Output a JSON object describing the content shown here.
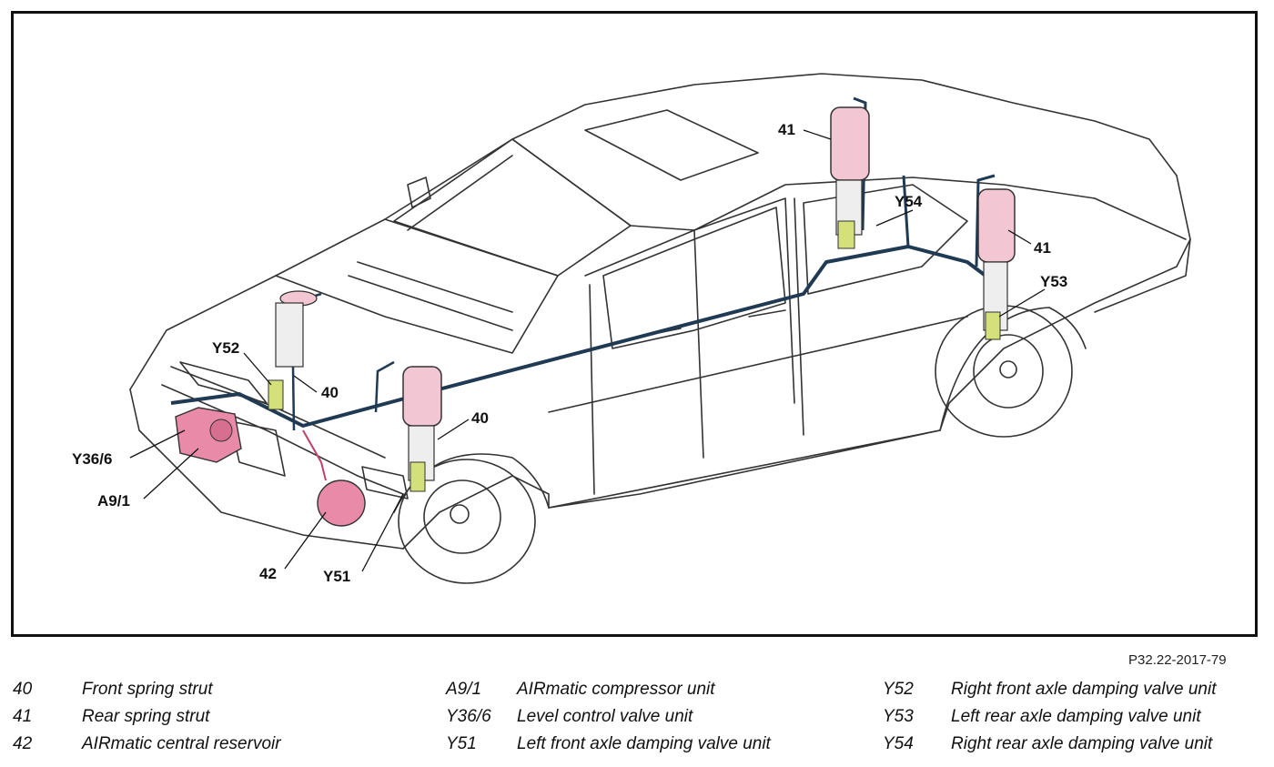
{
  "callouts": {
    "c41a": "41",
    "c41b": "41",
    "cY54": "Y54",
    "cY53": "Y53",
    "cY52": "Y52",
    "c40a": "40",
    "c40b": "40",
    "cY36_6": "Y36/6",
    "cA9_1": "A9/1",
    "c42": "42",
    "cY51": "Y51"
  },
  "reference": "P32.22-2017-79",
  "legend": {
    "col1": [
      {
        "code": "40",
        "desc": "Front spring strut"
      },
      {
        "code": "41",
        "desc": "Rear spring strut"
      },
      {
        "code": "42",
        "desc": "AIRmatic central reservoir"
      }
    ],
    "col2": [
      {
        "code": "A9/1",
        "desc": "AIRmatic compressor unit"
      },
      {
        "code": "Y36/6",
        "desc": "Level control valve unit"
      },
      {
        "code": "Y51",
        "desc": "Left front axle damping valve unit"
      }
    ],
    "col3": [
      {
        "code": "Y52",
        "desc": "Right front axle damping valve unit"
      },
      {
        "code": "Y53",
        "desc": "Left rear axle damping valve unit"
      },
      {
        "code": "Y54",
        "desc": "Right rear axle damping valve unit"
      }
    ]
  },
  "colors": {
    "air_line": "#1f3a52",
    "component_pink": "#e88aa8",
    "valve_yellow": "#d4e07a"
  }
}
